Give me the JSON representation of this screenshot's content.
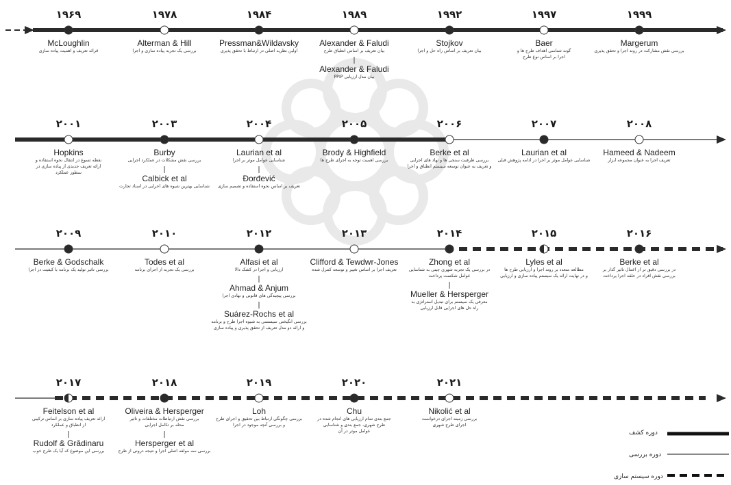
{
  "rows": [
    {
      "items": [
        {
          "year": "۱۹۶۹",
          "node": "filled",
          "entries": [
            {
              "name": "McLoughlin",
              "desc": [
                "قرائه تعریف و اهمیت پیاده سازی"
              ]
            }
          ]
        },
        {
          "year": "۱۹۷۸",
          "node": "hollow",
          "entries": [
            {
              "name": "Alterman & Hill",
              "desc": [
                "بررسی یک تجربه پیاده سازی و اجرا"
              ]
            }
          ]
        },
        {
          "year": "۱۹۸۴",
          "node": "filled",
          "entries": [
            {
              "name": "Pressman&Wildavsky",
              "desc": [
                "اولین نظریه اصلی در ارتباط با تحقق پذیری"
              ]
            }
          ]
        },
        {
          "year": "۱۹۸۹",
          "node": "hollow",
          "entries": [
            {
              "name": "Alexander & Faludi",
              "desc": [
                "بیان تعریف بر اساس انطباق طرح"
              ]
            },
            {
              "name": "Alexander & Faludi",
              "desc": [
                "بیان مدل ارزیابی PPIP"
              ]
            }
          ]
        },
        {
          "year": "۱۹۹۲",
          "node": "filled",
          "entries": [
            {
              "name": "Stojkov",
              "desc": [
                "بیان تعریف بر اساس راه حل و اجرا"
              ]
            }
          ]
        },
        {
          "year": "۱۹۹۷",
          "node": "hollow",
          "entries": [
            {
              "name": "Baer",
              "desc": [
                "گونه شناسی اهداف طرح ها و",
                "اجرا بر اساس نوع طرح"
              ]
            }
          ]
        },
        {
          "year": "۱۹۹۹",
          "node": "filled",
          "entries": [
            {
              "name": "Margerum",
              "desc": [
                "بررسی نقش مشارکت در روند اجرا و تحقق پذیری"
              ]
            }
          ]
        }
      ]
    },
    {
      "items": [
        {
          "year": "۲۰۰۱",
          "node": "hollow",
          "entries": [
            {
              "name": "Hopkins",
              "desc": [
                "نقطه تسوع در انتقال نحوه استفاده و",
                "ارائه تعریف جدیدی از پیاده سازی در",
                "سطور عملکرد"
              ]
            }
          ]
        },
        {
          "year": "۲۰۰۳",
          "node": "filled",
          "entries": [
            {
              "name": "Burby",
              "desc": [
                "بررسی نقش مشکلات در عملکرد اجرایی"
              ]
            },
            {
              "name": "Calbick et al",
              "desc": [
                "شناسایی بهترین شیوه های اجرایی در اسناد تجارت"
              ]
            }
          ]
        },
        {
          "year": "۲۰۰۴",
          "node": "hollow",
          "entries": [
            {
              "name": "Laurian et al",
              "desc": [
                "شناسایی عوامل موثر بر اجرا"
              ]
            },
            {
              "name": "Đorđević",
              "desc": [
                "تعریف بر اساس نحوه استفاده و تصمیم سازی"
              ]
            }
          ]
        },
        {
          "year": "۲۰۰۵",
          "node": "filled",
          "entries": [
            {
              "name": "Brody & Highfield",
              "desc": [
                "بررسی اهمیت توجه به اجرای طرح ها"
              ]
            }
          ]
        },
        {
          "year": "۲۰۰۶",
          "node": "hollow",
          "entries": [
            {
              "name": "Berke et al",
              "desc": [
                "بررسی ظرفیت سنجی ها و نهاد های اجرایی",
                "و تعریف به عنوان توسعه سیستم انطباق و اجرا"
              ]
            }
          ]
        },
        {
          "year": "۲۰۰۷",
          "node": "filled",
          "entries": [
            {
              "name": "Laurian et al",
              "desc": [
                "شناسایی عوامل موثر بر اجرا در ادامه پژوهش قبلی"
              ]
            }
          ]
        },
        {
          "year": "۲۰۰۸",
          "node": "hollow",
          "entries": [
            {
              "name": "Hameed & Nadeem",
              "desc": [
                "تعریف اجرا به عنوان مجموعه ابزار"
              ]
            }
          ]
        }
      ]
    },
    {
      "items": [
        {
          "year": "۲۰۰۹",
          "node": "filled",
          "entries": [
            {
              "name": "Berke & Godschalk",
              "desc": [
                "بررسی تاثیر تولید یک برنامه با کیفیت در اجرا"
              ]
            }
          ]
        },
        {
          "year": "۲۰۱۰",
          "node": "hollow",
          "entries": [
            {
              "name": "Todes et al",
              "desc": [
                "بررسی یک تجربه از اجرای برنامه"
              ]
            }
          ]
        },
        {
          "year": "۲۰۱۲",
          "node": "filled",
          "entries": [
            {
              "name": "Alfasi et al",
              "desc": [
                "ارزیابی و اجرا در کشک دالا"
              ]
            },
            {
              "name": "Ahmad & Anjum",
              "desc": [
                "بررسی پیچیدگی های قانونی و نهادی اجرا"
              ]
            },
            {
              "name": "Suárez-Rochs et al",
              "desc": [
                "بررسی انگیختی سیستمی به شیوه اجرا طرح و برنامه",
                "و ارائه دو مدل تعریف از تحقق پذیری و پیاده سازی"
              ]
            }
          ]
        },
        {
          "year": "۲۰۱۳",
          "node": "hollow",
          "entries": [
            {
              "name": "Clifford & Tewdwr-Jones",
              "desc": [
                "تعریف اجرا بر اساس تغییر و توسعه کنترل شده"
              ]
            }
          ]
        },
        {
          "year": "۲۰۱۴",
          "node": "filled",
          "entries": [
            {
              "name": "Zhong et al",
              "desc": [
                "در بررسی یک تجربه شهری چینی به شناسایی",
                "عوامل شکست پرداخت"
              ]
            },
            {
              "name": "Mueller & Hersperger",
              "desc": [
                "معرفی یک سیستم برای تبدیل استراتژی به",
                "راه حل های اجرایی قابل ارزیابی"
              ]
            }
          ]
        },
        {
          "year": "۲۰۱۵",
          "node": "half",
          "entries": [
            {
              "name": "Lyles et al",
              "desc": [
                "مطالعه متعدد بر روند اجرا و ارزیابی طرح ها",
                "و در نهایت ارائه یک سیستم پیاده سازی و ارزیابی"
              ]
            }
          ]
        },
        {
          "year": "۲۰۱۶",
          "node": "filled",
          "entries": [
            {
              "name": "Berke et al",
              "desc": [
                "در بررسی دقیق تر از اعمال تاثیر گذار بر",
                "بررسی نقش افراد در حلقه اجرا پرداخت"
              ]
            }
          ]
        }
      ]
    },
    {
      "items": [
        {
          "year": "۲۰۱۷",
          "node": "half",
          "entries": [
            {
              "name": "Feitelson et al",
              "desc": [
                "ارائه تعریف پیاده سازی بر اساس ترکیبی",
                "از انطباق و عملکرد"
              ]
            },
            {
              "name": "Rudolf & Grădinaru",
              "desc": [
                "بررسی این موضوع که آیا یک طرح خوب"
              ]
            }
          ]
        },
        {
          "year": "۲۰۱۸",
          "node": "filled",
          "entries": [
            {
              "name": "Oliveira & Hersperger",
              "desc": [
                "بررسی نقش ارتباطات مختلفات و تاثیر",
                "محله بر تکامل اجرایی"
              ]
            },
            {
              "name": "Hersperger et al",
              "desc": [
                "بررسی سه مولفه اصلی اجرا و نتیجه درونی از طرح"
              ]
            }
          ]
        },
        {
          "year": "۲۰۱۹",
          "node": "hollow",
          "entries": [
            {
              "name": "Loh",
              "desc": [
                "بررسی چگونگی ارتباط بین تحقیق و اجرای طرح",
                "و بررسی آنچه موجود در اجرا"
              ]
            }
          ]
        },
        {
          "year": "۲۰۲۰",
          "node": "filled",
          "entries": [
            {
              "name": "Chu",
              "desc": [
                "جمع بندی تمام ارزیابی های انجام شده در",
                "طرح شهری، جمع بندی و شناسایی",
                "عوامل موثر در آن"
              ]
            }
          ]
        },
        {
          "year": "۲۰۲۱",
          "node": "hollow",
          "entries": [
            {
              "name": "Nikolić et al",
              "desc": [
                "بررسی زمینه اجرای درخواست",
                "اجرای طرح شهری"
              ]
            }
          ]
        }
      ]
    }
  ],
  "legend": [
    {
      "label": "دوره کشف",
      "style": "thick"
    },
    {
      "label": "دوره بررسی",
      "style": "thin"
    },
    {
      "label": "دوره سیستم سازی",
      "style": "dashed"
    }
  ],
  "colors": {
    "line": "#2a2a2a",
    "node": "#2a2a2a",
    "watermark": "#e6e6e6"
  }
}
